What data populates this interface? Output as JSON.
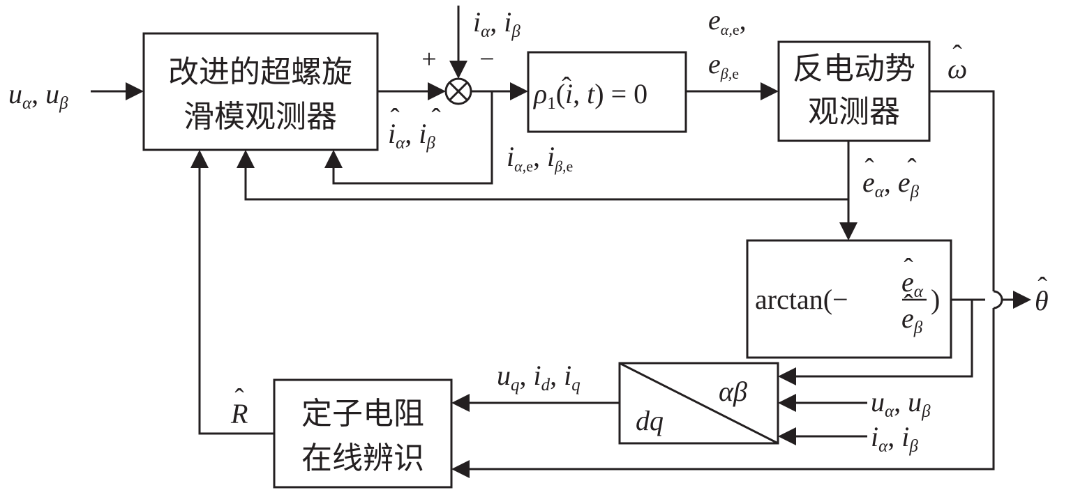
{
  "blocks": {
    "smo_line1": "改进的超螺旋",
    "smo_line2": "滑模观测器",
    "switch_fn": "ρ1(i, t) = 0",
    "emf_line1": "反电动势",
    "emf_line2": "观测器",
    "atan_fn": "arctan(−",
    "atan_num": "eα",
    "atan_den": "eβ",
    "atan_close": ")",
    "park_in": "αβ",
    "park_out": "dq",
    "res_line1": "定子电阻",
    "res_line2": "在线辨识"
  },
  "summing_junction": {
    "plus": "+",
    "minus": "−"
  },
  "signals": {
    "u_in": "uα, uβ",
    "i_meas_top": "iα, iβ",
    "i_hat": "iα, iβ",
    "i_err": "iα,e, iβ,e",
    "e_sw": "eα,e, eβ,e",
    "omega_hat": "ω",
    "e_hat": "eα, eβ",
    "theta_hat": "θ",
    "u_park": "uα, uβ",
    "i_park": "iα, iβ",
    "dq_out": "uq, id, iq",
    "r_hat": "R"
  },
  "colors": {
    "ink": "#231f20",
    "background": "#ffffff"
  }
}
